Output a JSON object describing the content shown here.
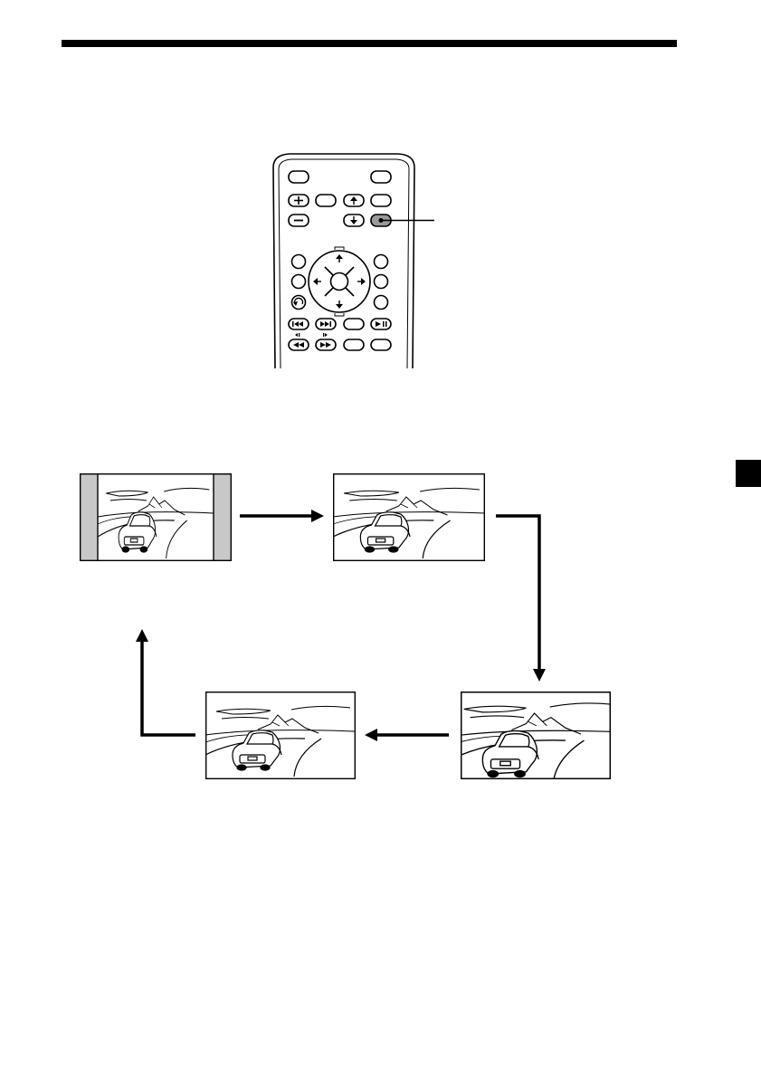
{
  "colors": {
    "ink": "#000000",
    "paper": "#ffffff",
    "highlight": "#9a9a9a",
    "side_bar": "#c8c8c8"
  },
  "remote": {
    "highlighted_button": "aspect-button",
    "icons": [
      "plus-icon",
      "minus-icon",
      "up-arrow-icon",
      "down-arrow-icon",
      "left-arrow-icon",
      "right-arrow-icon",
      "return-icon",
      "prev-track-icon",
      "next-track-icon",
      "play-pause-icon",
      "rewind-icon",
      "fast-forward-icon",
      "slow-back-icon",
      "slow-forward-icon"
    ]
  },
  "modes": [
    {
      "id": "normal",
      "side_bars": true
    },
    {
      "id": "wide",
      "side_bars": false
    },
    {
      "id": "full",
      "side_bars": false
    },
    {
      "id": "zoom",
      "side_bars": false
    }
  ],
  "sequence": [
    "normal",
    "wide",
    "full",
    "zoom",
    "normal"
  ],
  "sidebar_tab": {
    "color": "#000000"
  }
}
